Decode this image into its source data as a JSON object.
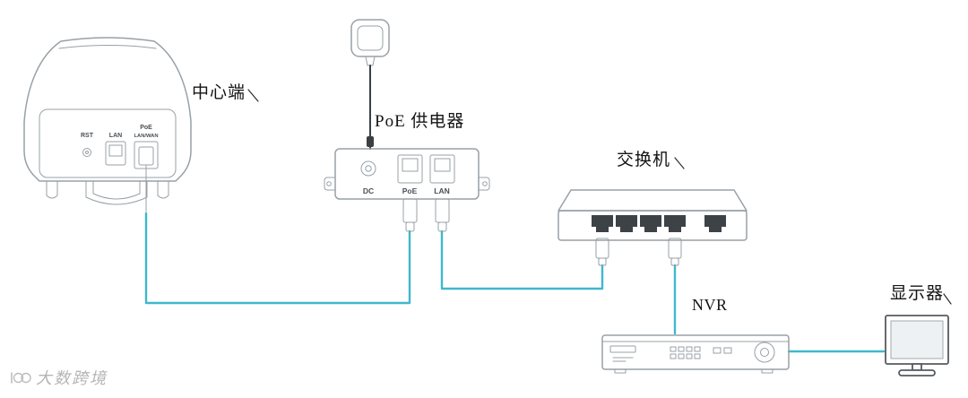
{
  "diagram": {
    "labels": {
      "cpe": "中心端",
      "injector": "PoE 供电器",
      "switch": "交换机",
      "nvr": "NVR",
      "monitor": "显示器"
    },
    "cpe_panel": {
      "rst": "RST",
      "lan": "LAN",
      "poe_top": "PoE",
      "poe_bottom": "LAN/WAN"
    },
    "injector_panel": {
      "dc": "DC",
      "poe": "PoE",
      "lan": "LAN"
    },
    "watermark": "大数跨境",
    "colors": {
      "cable": "#3fb8cd",
      "outline": "#98a0a6",
      "port_dark": "#3d4247",
      "cord": "#3a3f44",
      "label_text": "#141414",
      "watermark": "#b5b5b5",
      "panel_text": "#4a4f54"
    }
  }
}
